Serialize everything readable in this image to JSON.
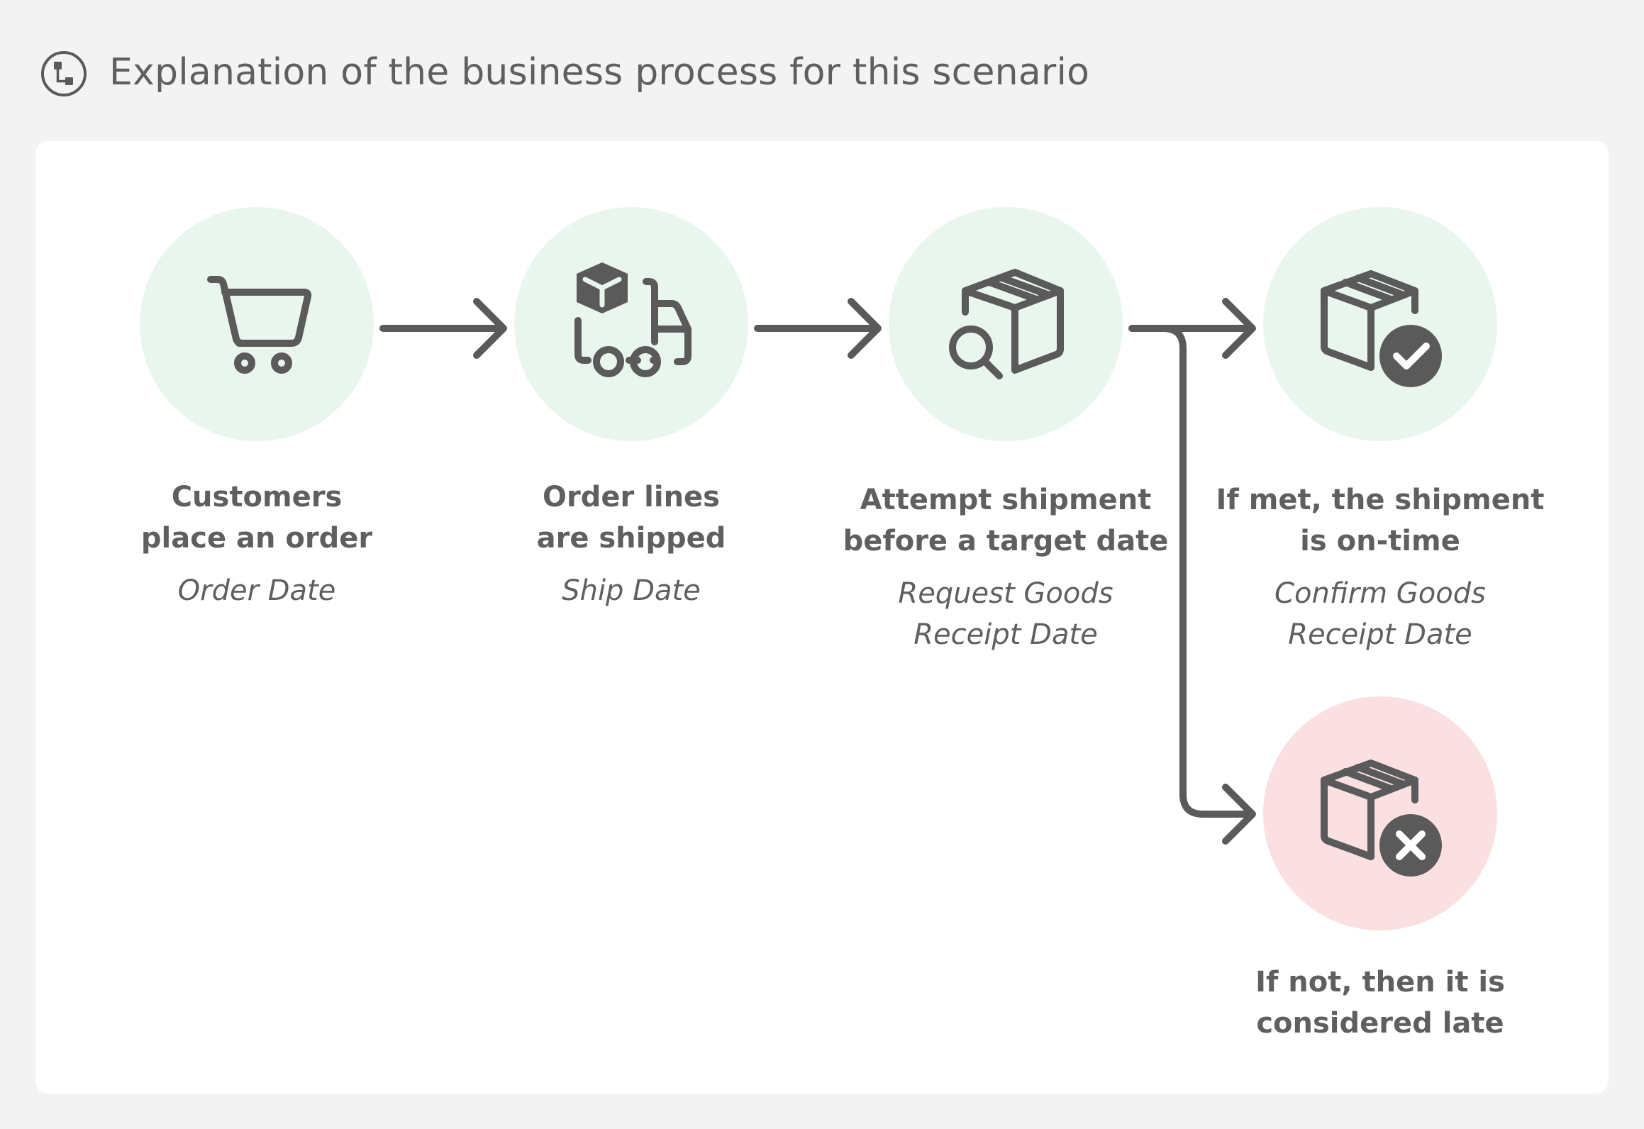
{
  "header": {
    "title": "Explanation of the business process for this scenario",
    "icon": "process-flow-icon"
  },
  "steps": [
    {
      "icon": "shopping-cart-icon",
      "title_line1": "Customers",
      "title_line2": "place an order",
      "sub_line1": "Order Date",
      "sub_line2": "",
      "state": "green"
    },
    {
      "icon": "delivery-truck-icon",
      "title_line1": "Order lines",
      "title_line2": "are shipped",
      "sub_line1": "Ship Date",
      "sub_line2": "",
      "state": "green"
    },
    {
      "icon": "package-search-icon",
      "title_line1": "Attempt shipment",
      "title_line2": "before a target date",
      "sub_line1": "Request Goods",
      "sub_line2": "Receipt Date",
      "state": "green"
    },
    {
      "icon": "package-checkmark-icon",
      "title_line1": "If met, the shipment",
      "title_line2": "is on-time",
      "sub_line1": "Confirm Goods",
      "sub_line2": "Receipt Date",
      "state": "green"
    },
    {
      "icon": "package-dismiss-icon",
      "title_line1": "If not, then it is",
      "title_line2": "considered late",
      "sub_line1": "",
      "sub_line2": "",
      "state": "red"
    }
  ],
  "colors": {
    "page_bg": "#f3f3f3",
    "card_bg": "#ffffff",
    "circle_green": "#e8f6ee",
    "circle_red": "#fae0e1",
    "icon_stroke": "#5a5a5a",
    "text": "#5f5f5f"
  }
}
